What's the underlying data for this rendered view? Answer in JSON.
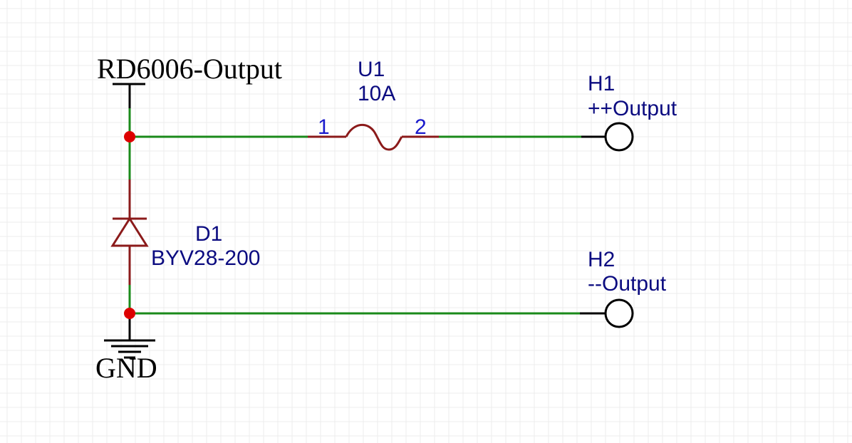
{
  "colors": {
    "background": "#ffffff",
    "grid": "#ececec",
    "wire": "#1a8a1a",
    "component": "#8b1a1a",
    "junction": "#dd0000",
    "ref_text": "#0b0b80",
    "pin_text": "#1a1acc",
    "symbol": "#000000"
  },
  "nets": {
    "power": "RD6006-Output",
    "ground": "GND"
  },
  "components": {
    "fuse": {
      "ref": "U1",
      "value": "10A",
      "pin1": "1",
      "pin2": "2"
    },
    "diode": {
      "ref": "D1",
      "value": "BYV28-200"
    },
    "terminal_pos": {
      "ref": "H1",
      "value": "++Output"
    },
    "terminal_neg": {
      "ref": "H2",
      "value": "--Output"
    }
  }
}
